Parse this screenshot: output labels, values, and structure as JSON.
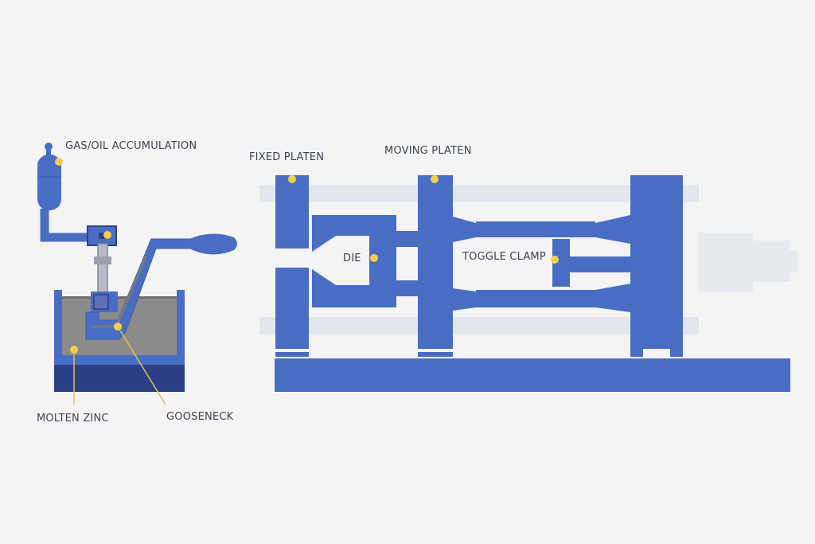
{
  "colors": {
    "background": "#f4f4f5",
    "machine_blue": "#4a6dc4",
    "dark_blue": "#2f3f86",
    "bath_gray": "#8b8b8b",
    "rail_gray": "#e3e6ec",
    "marker_yellow": "#f3d04b",
    "label_text": "#3c4350"
  },
  "labels": {
    "gas_oil_accumulation": "GAS/OIL ACCUMULATION",
    "molten_zinc": "MOLTEN ZINC",
    "gooseneck": "GOOSENECK",
    "fixed_platen": "FIXED PLATEN",
    "moving_platen": "MOVING PLATEN",
    "die": "DIE",
    "toggle_clamp": "TOGGLE CLAMP"
  }
}
